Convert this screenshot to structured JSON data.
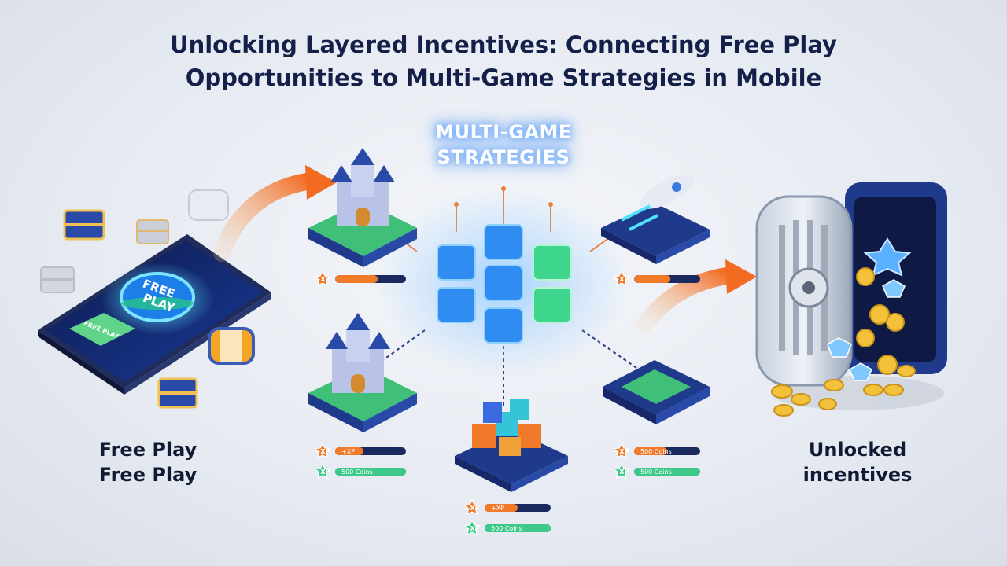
{
  "title": {
    "line1": "Unlocking Layered Incentives: Connecting Free Play",
    "line2": "Opportunities to Multi-Game Strategies in Mobile"
  },
  "hub": {
    "label_line1": "MULTI-GAME",
    "label_line2": "STRATEGIES"
  },
  "left": {
    "caption_line1": "Free Play",
    "caption_line2": "Free Play",
    "phone_badge_line1": "FREE",
    "phone_badge_line2": "PLAY",
    "phone_button": "FREE PLAY"
  },
  "right": {
    "caption_line1": "Unlocked",
    "caption_line2": "incentives"
  },
  "games": [
    {
      "id": "castle-top",
      "xp_badge": "+XP",
      "xp_progress": 0.6
    },
    {
      "id": "rocket",
      "xp_badge": "+XP",
      "xp_progress": 0.55
    },
    {
      "id": "castle-bottom",
      "xp_badge": "+XP",
      "xp_label": "+XP",
      "xp_progress": 0.4,
      "coins_badge": "+XP",
      "coins_label": "500 Coins"
    },
    {
      "id": "blocks",
      "xp_badge": "+XP",
      "xp_label": "+XP",
      "xp_progress": 0.5,
      "coins_badge": "+XP",
      "coins_label": "500 Coins"
    },
    {
      "id": "stadium",
      "xp_badge": "+XP",
      "xp_label": "500 Coins",
      "xp_progress": 0.5,
      "coins_badge": "+XP",
      "coins_label": "500 Coins"
    }
  ],
  "colors": {
    "title": "#15204a",
    "xp_orange": "#f07a2a",
    "coins_green": "#3cc98a",
    "bar_bg": "#1b2a5e",
    "hub_blue": "#2f8cf0",
    "hub_green": "#3dd68c",
    "arrow_orange": "#f26b21"
  }
}
